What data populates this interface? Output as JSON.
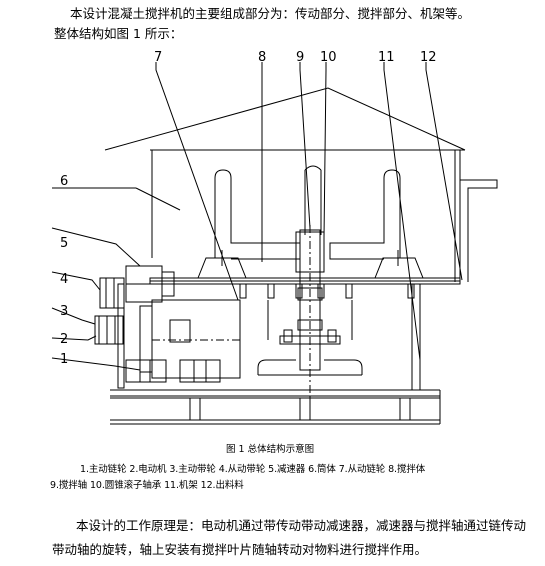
{
  "intro": {
    "line1": "本设计混凝土搅拌机的主要组成部分为：传动部分、搅拌部分、机架等。",
    "line2": "整体结构如图 1 所示："
  },
  "figure": {
    "callouts": [
      "1",
      "2",
      "3",
      "4",
      "5",
      "6",
      "7",
      "8",
      "9",
      "10",
      "11",
      "12"
    ],
    "caption": "图 1 总体结构示意图",
    "legend_line1": "1.主动链轮 2.电动机 3.主动带轮 4.从动带轮 5.减速器 6.筒体 7.从动链轮 8.搅拌体",
    "legend_line2": "9.搅拌轴 10.圆锥滚子轴承 11.机架 12.出料料"
  },
  "principle": {
    "line1": "本设计的工作原理是：电动机通过带传动带动减速器，减速器与搅拌轴通过链传动",
    "line2": "带动轴的旋转，轴上安装有搅拌叶片随轴转动对物料进行搅拌作用。"
  }
}
